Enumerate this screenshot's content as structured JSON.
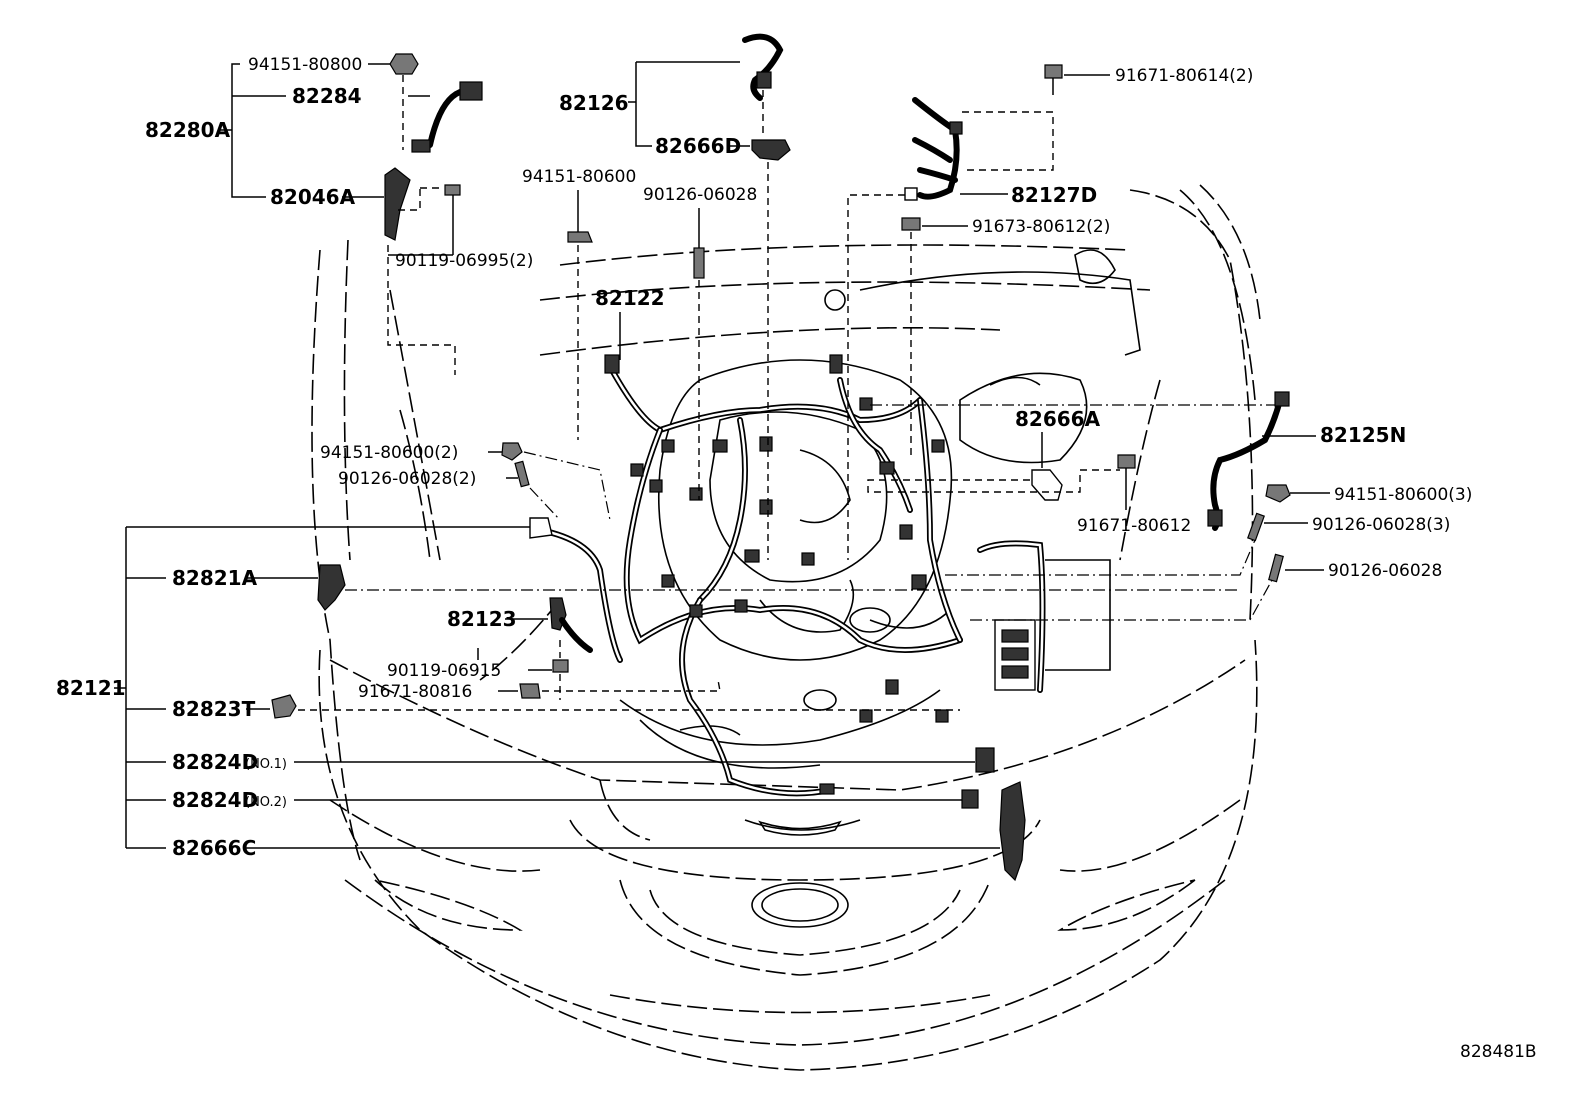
{
  "labels": {
    "p94151_80800": "94151-80800",
    "p82284": "82284",
    "p82280A": "82280A",
    "p82046A": "82046A",
    "p90119_06995": "90119-06995(2)",
    "p82126": "82126",
    "p82666D": "82666D",
    "p94151_80600_top": "94151-80600",
    "p90126_06028_top": "90126-06028",
    "p91671_80614": "91671-80614(2)",
    "p82127D": "82127D",
    "p91673_80612": "91673-80612(2)",
    "p82122": "82122",
    "p82666A": "82666A",
    "p82125N": "82125N",
    "p94151_80600_2": "94151-80600(2)",
    "p90126_06028_2": "90126-06028(2)",
    "p91671_80612": "91671-80612",
    "p94151_80600_3": "94151-80600(3)",
    "p90126_06028_3": "90126-06028(3)",
    "p90126_06028_right": "90126-06028",
    "p82821A": "82821A",
    "p82123": "82123",
    "p90119_06915": "90119-06915",
    "p91671_80816": "91671-80816",
    "p82121": "82121",
    "p82823T": "82823T",
    "p82824D_1": "82824D",
    "p82824D_1_sub": "(NO.1)",
    "p82824D_2": "82824D",
    "p82824D_2_sub": "(NO.2)",
    "p82666C": "82666C",
    "figure_code": "828481B"
  }
}
